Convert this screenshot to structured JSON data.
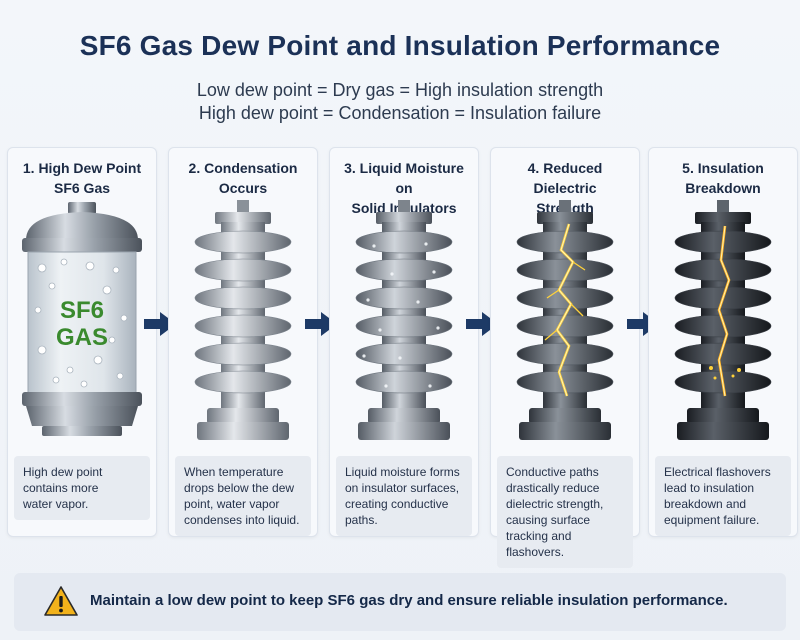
{
  "title": "SF6 Gas Dew Point and Insulation Performance",
  "subtitle_lines": [
    "Low dew point = Dry gas = High insulation strength",
    "High dew point = Condensation = Insulation failure"
  ],
  "steps": [
    {
      "title_lines": [
        "1. High Dew Point",
        "SF6 Gas"
      ],
      "image": "gas-cylinder-icon",
      "cylinder_label_lines": [
        "SF6",
        "GAS"
      ],
      "desc_lines": [
        "High dew point",
        "contains more",
        "water vapor."
      ]
    },
    {
      "title_lines": [
        "2. Condensation",
        "Occurs"
      ],
      "image": "insulator-icon",
      "desc_lines": [
        "When temperature",
        "drops below the dew",
        "point, water vapor",
        "condenses into liquid."
      ]
    },
    {
      "title_lines": [
        "3. Liquid Moisture on",
        "Solid Insulators"
      ],
      "image": "wet-insulator-icon",
      "desc_lines": [
        "Liquid moisture forms",
        "on insulator surfaces,",
        "creating conductive",
        "paths."
      ]
    },
    {
      "title_lines": [
        "4. Reduced Dielectric",
        "Strength"
      ],
      "image": "tracking-insulator-icon",
      "desc_lines": [
        "Conductive paths",
        "drastically reduce",
        "dielectric strength,",
        "causing surface",
        "tracking and",
        "flashovers."
      ]
    },
    {
      "title_lines": [
        "5. Insulation",
        "Breakdown"
      ],
      "image": "flashover-insulator-icon",
      "desc_lines": [
        "Electrical flashovers",
        "lead to insulation",
        "breakdown and",
        "equipment failure."
      ]
    }
  ],
  "footer": {
    "icon": "warning-icon",
    "text": "Maintain a low dew point to keep SF6 gas dry and ensure reliable insulation performance."
  },
  "colors": {
    "title": "#1b3157",
    "arrow": "#1d3a66",
    "gas_text": "#3a8a2e",
    "warning": "#f2b21b",
    "lightning": "#ffd23a"
  }
}
